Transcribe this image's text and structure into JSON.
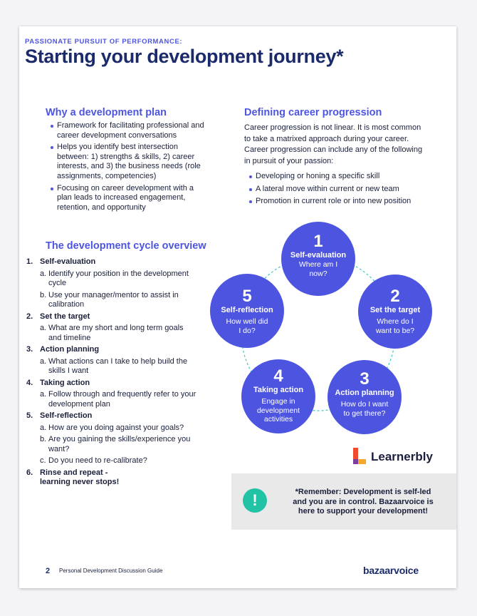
{
  "header": {
    "kicker": "PASSIONATE PURSUIT OF PERFORMANCE:",
    "title": "Starting your development journey*"
  },
  "why": {
    "heading": "Why a development plan",
    "bullets": [
      "Framework for facilitating professional and career development conversations",
      "Helps you identify best intersection between: 1) strengths & skills, 2) career interests, and 3) the business needs (role assignments, competencies)",
      "Focusing on career development with a plan leads to increased engagement, retention, and opportunity"
    ]
  },
  "career": {
    "heading": "Defining career progression",
    "paragraph": "Career progression is not linear. It is most common to take a matrixed approach during your career. Career progression can include any of the following in pursuit of your passion:",
    "bullets": [
      "Developing or honing a specific skill",
      "A lateral move within current or new team",
      "Promotion in current role or into new position"
    ]
  },
  "cycle_overview": {
    "heading": "The development cycle overview",
    "steps": [
      {
        "num": "1.",
        "title": "Self-evaluation",
        "subs": [
          {
            "letter": "a.",
            "text": "Identify your position in the development cycle"
          },
          {
            "letter": "b.",
            "text": "Use your manager/mentor to assist in calibration"
          }
        ]
      },
      {
        "num": "2.",
        "title": "Set the target",
        "subs": [
          {
            "letter": "a.",
            "text": "What are my short and long term goals and timeline"
          }
        ]
      },
      {
        "num": "3.",
        "title": "Action planning",
        "subs": [
          {
            "letter": "a.",
            "text": "What actions can I take to help build the skills I want"
          }
        ]
      },
      {
        "num": "4.",
        "title": "Taking action",
        "subs": [
          {
            "letter": "a.",
            "text": "Follow through and frequently refer to your development plan"
          }
        ]
      },
      {
        "num": "5.",
        "title": "Self-reflection",
        "subs": [
          {
            "letter": "a.",
            "text": "How are you doing against your goals?"
          },
          {
            "letter": "b.",
            "text": "Are you gaining the skills/experience you want?"
          },
          {
            "letter": "c.",
            "text": "Do you need to re-calibrate?"
          }
        ]
      },
      {
        "num": "6.",
        "title": "Rinse and repeat -",
        "tail": "learning never stops!",
        "subs": []
      }
    ]
  },
  "cycle_circles": [
    {
      "num": "1",
      "title": "Self-evaluation",
      "question": [
        "Where am I",
        "now?"
      ]
    },
    {
      "num": "2",
      "title": "Set the target",
      "question": [
        "Where do I",
        "want to be?"
      ]
    },
    {
      "num": "3",
      "title": "Action planning",
      "question": [
        "How do I want",
        "to get there?"
      ]
    },
    {
      "num": "4",
      "title": "Taking action",
      "question": [
        "Engage in",
        "development",
        "activities"
      ]
    },
    {
      "num": "5",
      "title": "Self-reflection",
      "question": [
        "How well did",
        "I do?"
      ]
    }
  ],
  "logo": {
    "text": "Learnerbly",
    "icon": "learnerbly-logo-icon"
  },
  "callout": {
    "icon": "exclamation-icon",
    "lines": [
      "*Remember: Development is self-led",
      "and you are in control. Bazaarvoice is",
      "here to support your development!"
    ]
  },
  "footer": {
    "page": "2",
    "text": "Personal Development Discussion Guide",
    "brand": "bazaarvoice"
  },
  "colors": {
    "accent": "#4d55e0",
    "navy": "#1b2a6b",
    "teal": "#22c2a4",
    "dash": "#3ec9c0"
  }
}
